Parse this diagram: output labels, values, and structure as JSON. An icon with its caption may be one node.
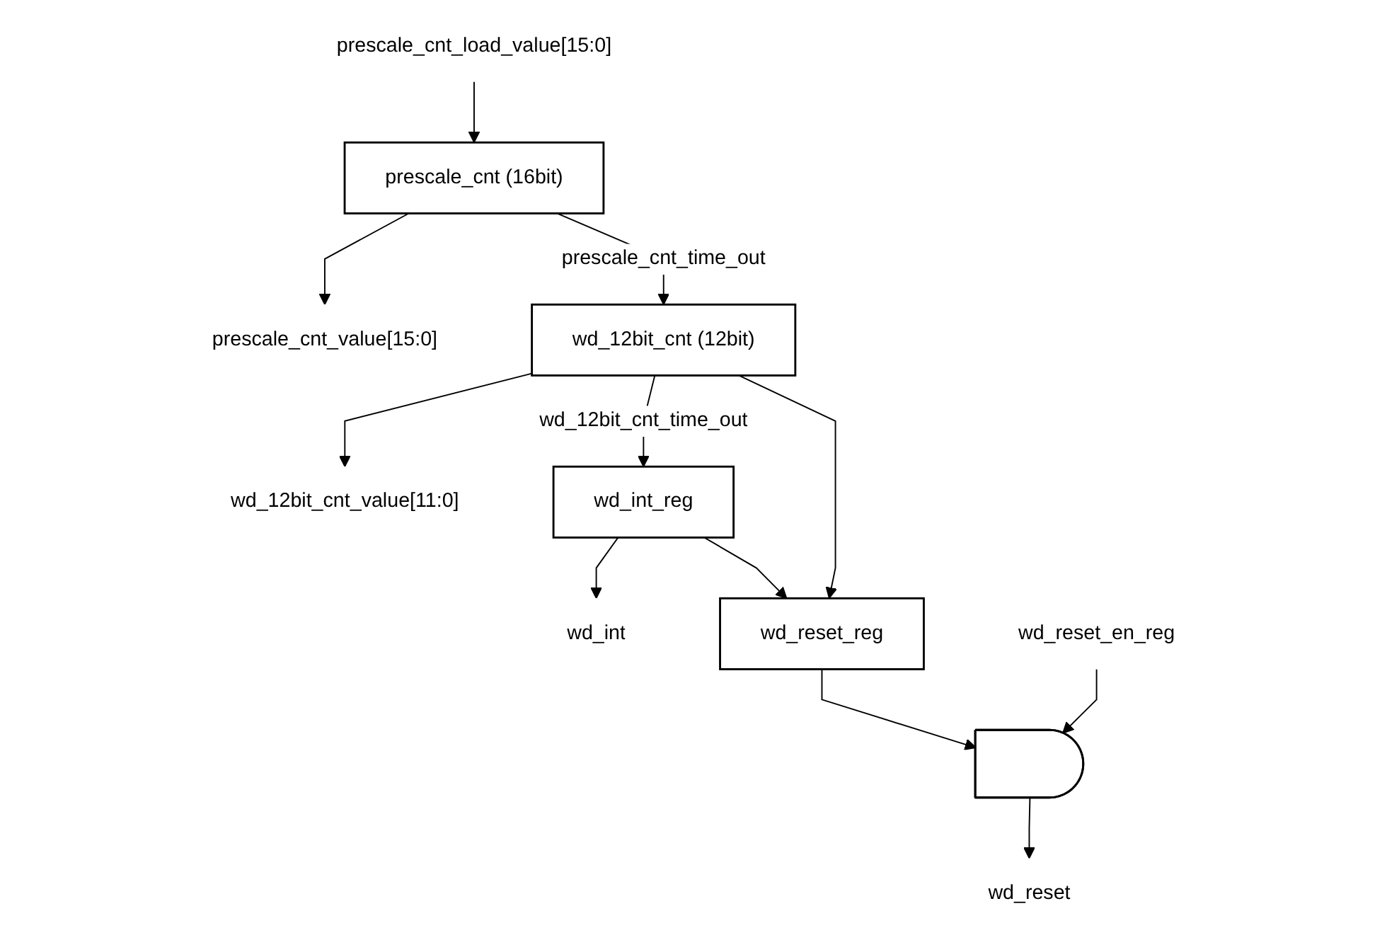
{
  "diagram": {
    "nodes": [
      {
        "text": [
          "prescale_cnt_load_value[15:0]"
        ]
      },
      {
        "text": [
          "prescale_cnt (16bit)"
        ]
      },
      {
        "text": [
          "prescale_cnt_value[15:0]"
        ]
      },
      {
        "text": [
          "wd_12bit_cnt (12bit)"
        ]
      },
      {
        "text": [
          "wd_12bit_cnt_value[11:0]"
        ]
      },
      {
        "text": [
          "wd_int_reg"
        ]
      },
      {
        "text": [
          "wd_int"
        ]
      },
      {
        "text": [
          "wd_reset_reg"
        ]
      },
      {
        "text": [],
        "shape": "gate"
      },
      {
        "text": [
          "wd_reset"
        ]
      },
      {
        "text": [
          "wd_reset_en_reg"
        ]
      }
    ],
    "edges": [
      {
        "from": 0,
        "to": 1,
        "arrow": "to"
      },
      {
        "from": 1,
        "to": 2,
        "arrow": "to"
      },
      {
        "from": 1,
        "to": 3,
        "arrow": "to",
        "label": "prescale_cnt_time_out"
      },
      {
        "from": 3,
        "to": 4,
        "arrow": "to"
      },
      {
        "from": 3,
        "to": 5,
        "arrow": "to",
        "label": "wd_12bit_cnt_time_out"
      },
      {
        "from": 3,
        "to": 7,
        "arrow": "to"
      },
      {
        "from": 5,
        "to": 6,
        "arrow": "to"
      },
      {
        "from": 5,
        "to": 7,
        "arrow": "to"
      },
      {
        "from": 7,
        "to": 8,
        "arrow": "to"
      },
      {
        "from": 10,
        "to": 8,
        "arrow": "to"
      },
      {
        "from": 8,
        "to": 9,
        "arrow": "to"
      }
    ]
  }
}
